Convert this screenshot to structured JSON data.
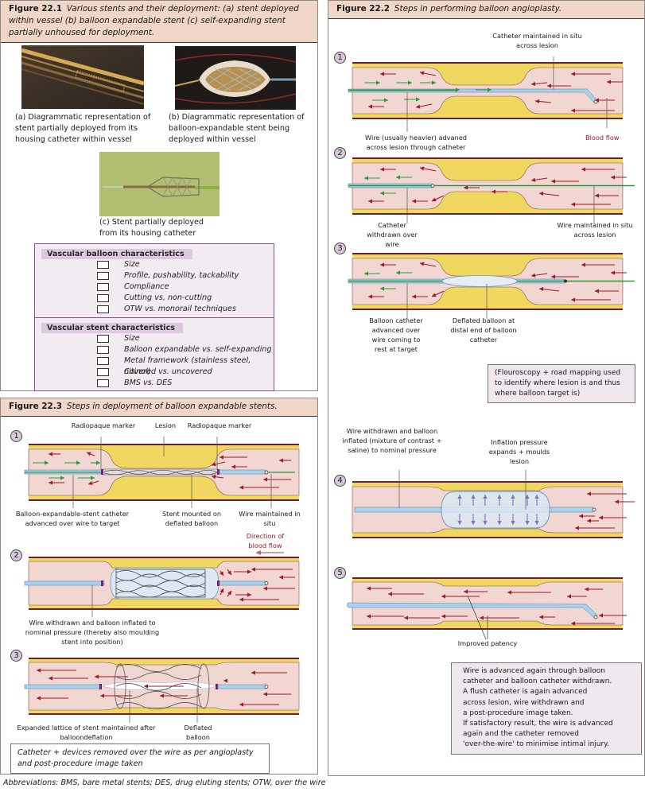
{
  "figure_22_1": {
    "number": "Figure 22.1",
    "title": "Various stents and their deployment: (a) stent deployed within vessel (b) balloon expandable stent (c) self-expanding stent partially unhoused for deployment.",
    "images": [
      {
        "id": "a",
        "caption": "(a) Diagrammatic representation of stent partially deployed from its housing catheter within vessel"
      },
      {
        "id": "b",
        "caption": "(b) Diagrammatic representation of balloon-expandable stent being deployed within vessel"
      },
      {
        "id": "c",
        "caption": "(c) Stent partially deployed from its housing catheter"
      }
    ],
    "checklists": [
      {
        "title": "Vascular balloon characteristics",
        "items": [
          "Size",
          "Profile, pushability, tackability",
          "Compliance",
          "Cutting vs, non-cutting",
          "OTW vs. monorail techniques"
        ]
      },
      {
        "title": "Vascular stent characteristics",
        "items": [
          "Size",
          "Balloon expandable vs. self-expanding",
          "Metal framework (stainless steel, nitinol)",
          "Covered vs. uncovered",
          "BMS vs. DES"
        ]
      }
    ]
  },
  "figure_22_2": {
    "number": "Figure 22.2",
    "title": "Steps in performing balloon angioplasty.",
    "steps": [
      {
        "num": "1",
        "labels": {
          "top": "Catheter maintained in situ across lesion",
          "bottom_left": "Wire (usually heavier) advaned across lesion through catheter",
          "bottom_right": "Blood flow"
        }
      },
      {
        "num": "2",
        "labels": {
          "bottom_left": "Catheter withdrawn over wire",
          "bottom_right": "Wire maintained in situ across lesion"
        }
      },
      {
        "num": "3",
        "labels": {
          "bottom_left": "Balloon catheter advanced over wire coming to rest at target",
          "bottom_mid": "Deflated balloon at distal end of balloon catheter"
        }
      },
      {
        "num": "4",
        "labels": {
          "top_left": "Wire withdrawn and balloon inflated (mixture of contrast + saline) to nominal pressure",
          "top_mid": "Inflation pressure expands + moulds lesion"
        }
      },
      {
        "num": "5",
        "labels": {
          "bottom": "Improved patency"
        }
      }
    ],
    "note_fluoroscopy": "(Flouroscopy + road mapping used to identify where lesion is and thus where balloon target is)",
    "note_final_lines": [
      "Wire is advanced again through balloon",
      "catheter and balloon catheter withdrawn.",
      "A flush catheter is again advanced",
      "across lesion, wire withdrawn and",
      "a post-procedure image taken.",
      "If satisfactory result, the wire is advanced",
      "again and the catheter removed",
      "'over-the-wire' to minimise intimal injury."
    ]
  },
  "figure_22_3": {
    "number": "Figure 22.3",
    "title": "Steps in deployment of balloon expandable stents.",
    "steps": [
      {
        "num": "1",
        "labels": {
          "marker_left": "Radiopaque marker",
          "lesion": "Lesion",
          "marker_right": "Radiopaque marker",
          "bottom_left": "Balloon-expandable-stent catheter advanced over wire to target",
          "bottom_mid": "Stent mounted on deflated balloon",
          "bottom_right": "Wire maintained in situ"
        }
      },
      {
        "num": "2",
        "labels": {
          "flow": "Direction of blood flow",
          "bottom_left": "Wire withdrawn and balloon inflated to nominal pressure (thereby also moulding stent into position)"
        }
      },
      {
        "num": "3",
        "labels": {
          "bottom_left": "Expanded lattice of stent maintained after balloondeflation",
          "bottom_mid": "Deflated balloon"
        }
      }
    ],
    "note": "Catheter + devices removed over the wire as per angioplasty and post-procedure image taken"
  },
  "abbreviations": "Abbreviations:   BMS, bare metal stents; DES, drug eluting stents; OTW, over the wire",
  "colors": {
    "header_bg": "#efd6c6",
    "vessel_wall": "#6a1e3a",
    "plaque": "#f0d860",
    "lumen": "#f2d6d2",
    "flow_red": "#a0182c",
    "flow_green": "#2a9a3a",
    "catheter_blue": "#a9d2ee",
    "checklist_bg": "#f2ebf2"
  }
}
